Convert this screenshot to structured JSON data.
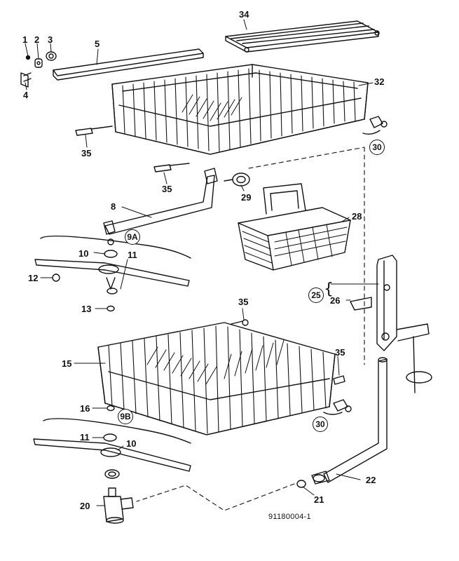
{
  "labels": {
    "l1": "1",
    "l2": "2",
    "l3": "3",
    "l4": "4",
    "l5": "5",
    "l34": "34",
    "l32": "32",
    "l35a": "35",
    "l35b": "35",
    "l30a": "30",
    "l8": "8",
    "l9a": "9A",
    "l29": "29",
    "l28": "28",
    "l10a": "10",
    "l11a": "11",
    "l12": "12",
    "l13": "13",
    "l25": "25",
    "l26": "26",
    "l35c": "35",
    "l15": "15",
    "l35d": "35",
    "l30b": "30",
    "l16": "16",
    "l9b": "9B",
    "l11b": "11",
    "l10b": "10",
    "l20": "20",
    "l21": "21",
    "l22": "22"
  },
  "reference_code": "91180004-1",
  "colors": {
    "ink": "#111111",
    "paper": "#ffffff"
  }
}
